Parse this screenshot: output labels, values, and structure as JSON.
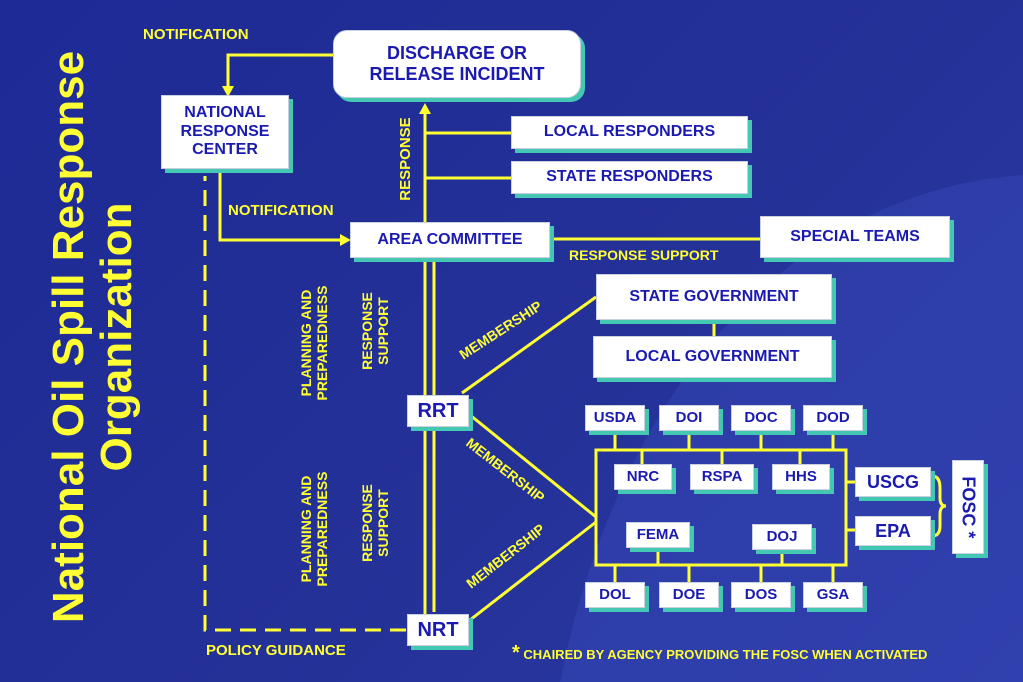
{
  "title": {
    "line1": "National Oil Spill Response",
    "line2": "Organization"
  },
  "boxes": {
    "discharge": [
      "DISCHARGE OR",
      "RELEASE INCIDENT"
    ],
    "nrc_center": [
      "NATIONAL",
      "RESPONSE",
      "CENTER"
    ],
    "local_responders": "LOCAL RESPONDERS",
    "state_responders": "STATE RESPONDERS",
    "area_committee": "AREA COMMITTEE",
    "special_teams": "SPECIAL TEAMS",
    "state_government": "STATE GOVERNMENT",
    "local_government": "LOCAL GOVERNMENT",
    "rrt": "RRT",
    "nrt": "NRT",
    "fosc": "FOSC *"
  },
  "agencies": {
    "usda": "USDA",
    "doi": "DOI",
    "doc": "DOC",
    "dod": "DOD",
    "nrc": "NRC",
    "rspa": "RSPA",
    "hhs": "HHS",
    "fema": "FEMA",
    "doj": "DOJ",
    "dol": "DOL",
    "doe": "DOE",
    "dos": "DOS",
    "gsa": "GSA",
    "uscg": "USCG",
    "epa": "EPA"
  },
  "labels": {
    "notification_top": "NOTIFICATION",
    "notification_mid": "NOTIFICATION",
    "response": "RESPONSE",
    "response_support_h": "RESPONSE SUPPORT",
    "planning_1": [
      "PLANNING AND",
      "PREPAREDNESS"
    ],
    "response_support_1": [
      "RESPONSE",
      "SUPPORT"
    ],
    "planning_2": [
      "PLANNING AND",
      "PREPAREDNESS"
    ],
    "response_support_2": [
      "RESPONSE",
      "SUPPORT"
    ],
    "membership_1": "MEMBERSHIP",
    "membership_2": "MEMBERSHIP",
    "membership_3": "MEMBERSHIP",
    "policy_guidance": "POLICY GUIDANCE"
  },
  "footnote": {
    "star": "*",
    "text": " CHAIRED BY AGENCY PROVIDING THE FOSC WHEN ACTIVATED"
  },
  "colors": {
    "background": "#243197",
    "line": "#ffff33",
    "box_text": "#1a1ab0",
    "box_shadow": "#44c8b4"
  }
}
